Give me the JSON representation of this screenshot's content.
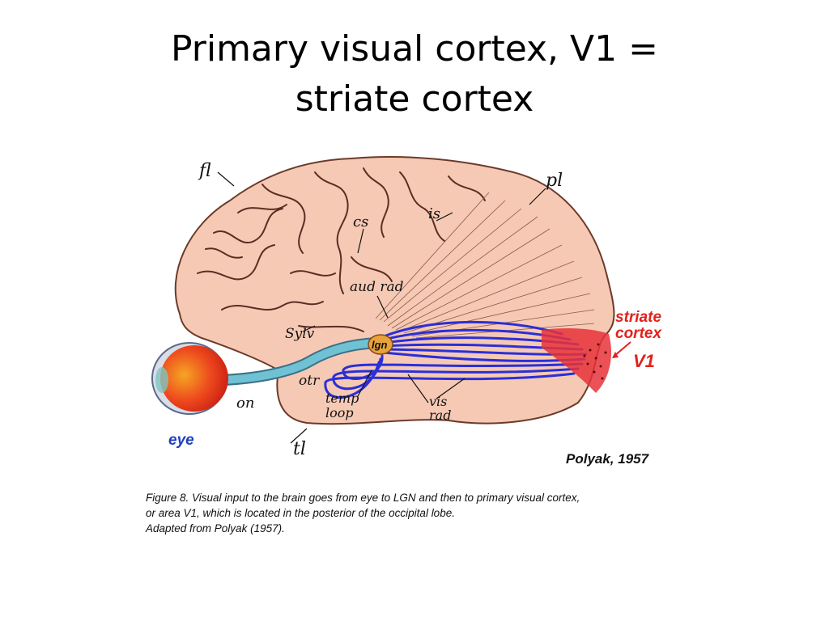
{
  "slide": {
    "title_line1": "Primary visual cortex, V1 =",
    "title_line2": "striate cortex"
  },
  "figure": {
    "labels": {
      "fl": "fl",
      "pl": "pl",
      "cs": "cs",
      "is": "is",
      "aud_rad": "aud rad",
      "sylv": "Sylv",
      "lgn": "lgn",
      "otr": "otr",
      "on": "on",
      "temp": "temp",
      "loop": "loop",
      "vis": "vis",
      "rad": "rad",
      "tl": "tl",
      "eye": "eye",
      "striate": "striate",
      "cortex": "cortex",
      "v1": "V1",
      "credit": "Polyak, 1957"
    },
    "caption": {
      "line1": "Figure 8. Visual input to the brain goes from eye to LGN and then to primary visual cortex,",
      "line2": "or area V1, which is located in the posterior of the occipital lobe.",
      "line3": "Adapted from Polyak (1957)."
    },
    "colors": {
      "brain": "#f6c9b4",
      "radiation": "#2a2fd8",
      "striate": "#e8323a",
      "eye": "#e8321c",
      "optic_nerve": "#5fb5c8"
    }
  }
}
